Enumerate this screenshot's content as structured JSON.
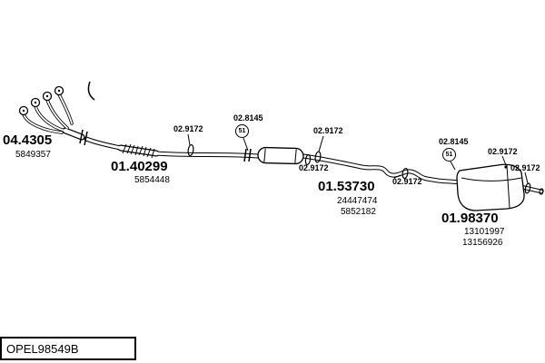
{
  "diagram": {
    "code": "OPEL98549B",
    "parts": {
      "manifold": {
        "number": "04.4305",
        "refs": [
          "5849357"
        ]
      },
      "front_pipe": {
        "number": "01.40299",
        "refs": [
          "5854448"
        ]
      },
      "center_silencer": {
        "number": "01.53730",
        "refs": [
          "24447474",
          "5852182"
        ]
      },
      "rear_silencer": {
        "number": "01.98370",
        "refs": [
          "13101997",
          "13156926"
        ]
      },
      "clamp": {
        "number": "02.9172"
      },
      "hanger": {
        "number": "02.8145",
        "ring_text": "51"
      }
    }
  }
}
